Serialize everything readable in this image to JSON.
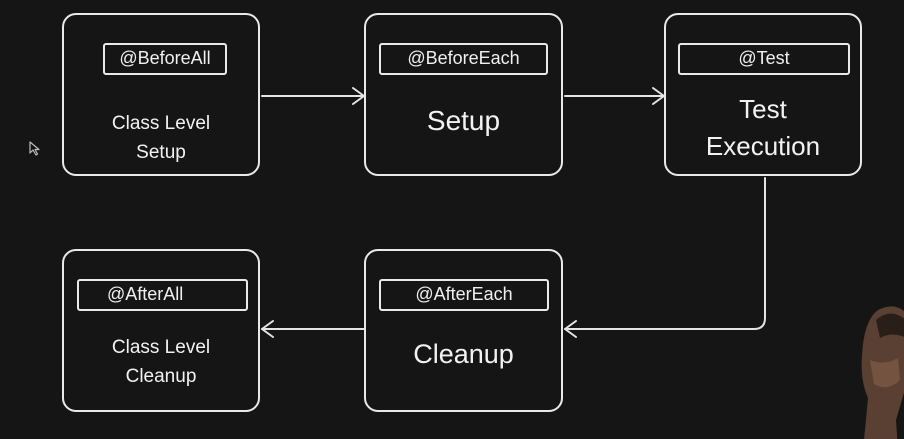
{
  "nodes": [
    {
      "id": "before-all",
      "tag": "@BeforeAll",
      "lines": [
        "Class Level",
        "Setup"
      ]
    },
    {
      "id": "before-each",
      "tag": "@BeforeEach",
      "lines": [
        "Setup"
      ]
    },
    {
      "id": "test",
      "tag": "@Test",
      "lines": [
        "Test",
        "Execution"
      ]
    },
    {
      "id": "after-all",
      "tag": "@AfterAll",
      "lines": [
        "Class Level",
        "Cleanup"
      ]
    },
    {
      "id": "after-each",
      "tag": "@AfterEach",
      "lines": [
        "Cleanup"
      ]
    }
  ],
  "colors": {
    "background": "#151515",
    "stroke": "#e9e9e9",
    "text": "#f2f2f2"
  },
  "icons": [
    "mouse-pointer-icon"
  ]
}
